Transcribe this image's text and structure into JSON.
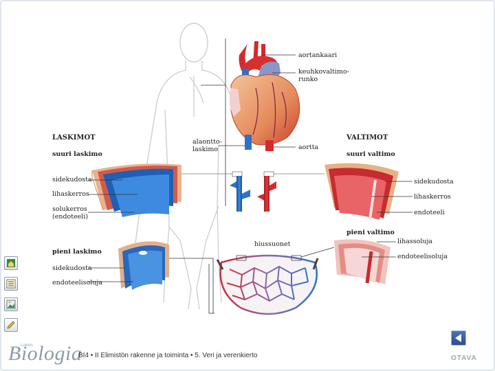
{
  "labels": {
    "aortic_arch": "aortankaari",
    "pulmonary_trunk_1": "keuhkovaltimo-",
    "pulmonary_trunk_2": "runko",
    "veins_heading": "LASKIMOT",
    "large_vein": "suuri laskimo",
    "vein_connective": "sidekudosta",
    "vein_muscle": "lihaskerros",
    "vein_cell_1": "solukerros",
    "vein_cell_2": "(endoteeli)",
    "vena_cava_1": "alaontto-",
    "vena_cava_2": "laskimo",
    "aorta": "aortta",
    "arteries_heading": "VALTIMOT",
    "large_artery": "suuri valtimo",
    "artery_connective": "sidekudosta",
    "artery_muscle": "lihaskerros",
    "artery_endo": "endoteeli",
    "small_artery": "pieni valtimo",
    "small_artery_muscle": "lihassoluja",
    "small_artery_endo": "endoteelisoluja",
    "capillaries": "hiussuonet",
    "small_vein": "pieni laskimo",
    "small_vein_connective": "sidekudosta",
    "small_vein_endo": "endoteelisoluja"
  },
  "footer": {
    "brand_small": "Lukion",
    "brand": "Biologia",
    "caption": "BI4 • II Elimistön rakenne ja toiminta • 5. Veri ja verenkierto",
    "publisher": "OTAVA"
  },
  "colors": {
    "artery_red": "#d42a2e",
    "vein_blue": "#2d72c8",
    "tissue_tan": "#e7b07e",
    "frame": "#dfe5ec"
  },
  "icons": [
    "home-icon",
    "list-icon",
    "image-icon",
    "pencil-icon",
    "back-arrow-icon"
  ]
}
